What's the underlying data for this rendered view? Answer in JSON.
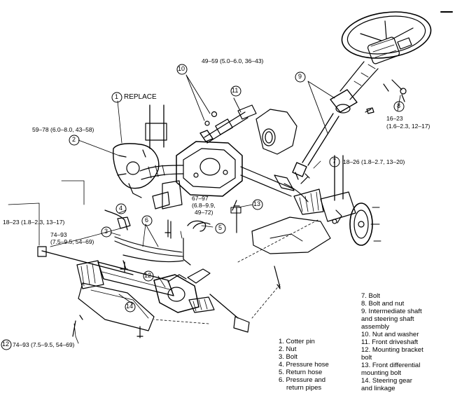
{
  "callouts": {
    "c1": "1",
    "c2": "2",
    "c3": "3",
    "c4": "4",
    "c5": "5",
    "c6": "6",
    "c7": "7",
    "c8": "8",
    "c9": "9",
    "c10": "10",
    "c11": "11",
    "c12a": "12",
    "c12b": "12",
    "c13": "13",
    "c14": "14"
  },
  "labels": {
    "replace": "REPLACE",
    "torque_10": "49–59 (5.0–6.0, 36–43)",
    "torque_2": "59–78 (6.0–8.0, 43–58)",
    "torque_8a": "16–23",
    "torque_8b": "(1.6–2.3, 12–17)",
    "torque_7": "18–26 (1.8–2.7, 13–20)",
    "torque_13a": "67–97",
    "torque_13b": "(6.8–9.9,",
    "torque_13c": "49–72)",
    "torque_left": "18–23 (1.8–2.3, 13–17)",
    "torque_3a": "74–93",
    "torque_3b": "(7.5–9.5, 54–69)",
    "torque_12": "74–93 (7.5–9.5, 54–69)"
  },
  "legend_left": [
    "1. Cotter pin",
    "2. Nut",
    "3. Bolt",
    "4. Pressure hose",
    "5. Return hose",
    "6. Pressure and",
    "return pipes"
  ],
  "legend_right": [
    "7. Bolt",
    "8. Bolt and nut",
    "9. Intermediate shaft",
    "and steering shaft",
    "assembly",
    "10. Nut and washer",
    "11. Front driveshaft",
    "12. Mounting bracket",
    "bolt",
    "13. Front differential",
    "mounting bolt",
    "14. Steering gear",
    "and linkage"
  ]
}
